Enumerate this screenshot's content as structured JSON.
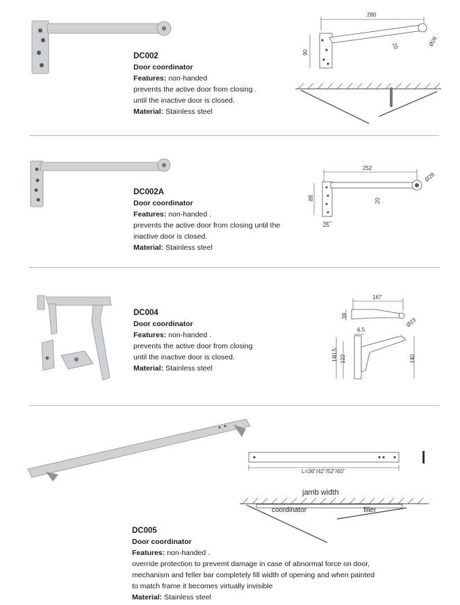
{
  "products": [
    {
      "code": "DC002",
      "title": "Door coordinator",
      "features_label": "Features:",
      "features": "non-handed",
      "desc_lines": [
        "prevents the active door from closing .",
        "until the inactive door is closed."
      ],
      "material_label": "Material:",
      "material": "Stainless steel",
      "dims": {
        "length": "280",
        "height": "90",
        "bar": "20",
        "diameter": "Ø26"
      }
    },
    {
      "code": "DC002A",
      "title": "Door coordinator",
      "features_label": "Features:",
      "features": "non-handed .",
      "desc_lines": [
        "prevents the active door from closing until the",
        "inactive door is closed."
      ],
      "material_label": "Material:",
      "material": "Stainless steel",
      "dims": {
        "length": "252",
        "height": "88",
        "bar": "20",
        "diameter": "Ø28",
        "width": "25"
      }
    },
    {
      "code": "DC004",
      "title": "Door coordinator",
      "features_label": "Features:",
      "features": "non-handed .",
      "desc_lines": [
        "prevents the active door from closing",
        "until the inactive door is closed."
      ],
      "material_label": "Material:",
      "material": "Stainless steel",
      "dims": {
        "length": "167",
        "height": "39",
        "diameter": "Ø23",
        "offset": "6.5",
        "h1": "140.5",
        "h2": "122",
        "h3": "140"
      }
    },
    {
      "code": "DC005",
      "title": "Door coordinator",
      "features_label": "Features:",
      "features": "non-handed .",
      "desc_lines": [
        "override protection to prevemt damage in case of abnormal force on door,",
        "mechanism and feller bar completely fill width of opening and when painted",
        "to match frame it becomes virtually invisible"
      ],
      "material_label": "Material:",
      "material": "Stainless steel",
      "dims": {
        "length_label": "L=36\"/42\"/52\"/60\""
      },
      "diagram_labels": {
        "jamb": "jamb width",
        "coordinator": "coordinator",
        "filler": "filler"
      }
    }
  ]
}
